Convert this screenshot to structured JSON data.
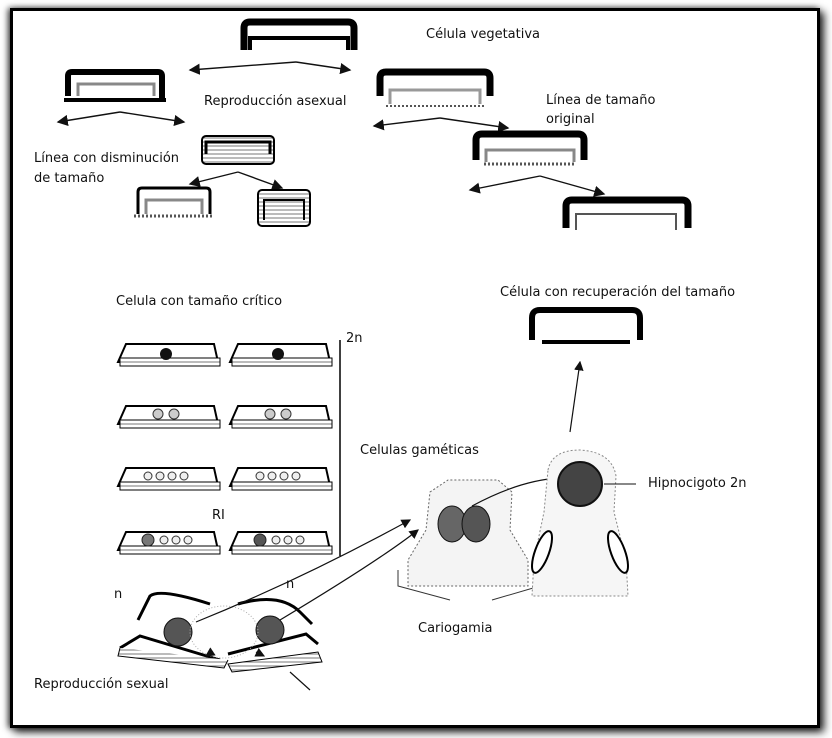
{
  "labels": {
    "vegetative_cell": "Célula vegetativa",
    "asexual_reproduction": "Reproducción asexual",
    "original_size_line_1": "Línea de tamaño",
    "original_size_line_2": "original",
    "decreasing_line_1": "Línea con disminución",
    "decreasing_line_2": "de tamaño",
    "critical_size_cell": "Celula con tamaño crítico",
    "ploidy_2n": "2n",
    "gametic_cells": "Celulas gaméticas",
    "meiosis_ri": "RI",
    "haploid_left": "n",
    "haploid_right": "n",
    "karyogamy": "Cariogamia",
    "sexual_reproduction": "Reproducción sexual",
    "size_recovery_cell": "Célula con recuperación del tamaño",
    "hypnozygote": "Hipnocigoto 2n"
  }
}
